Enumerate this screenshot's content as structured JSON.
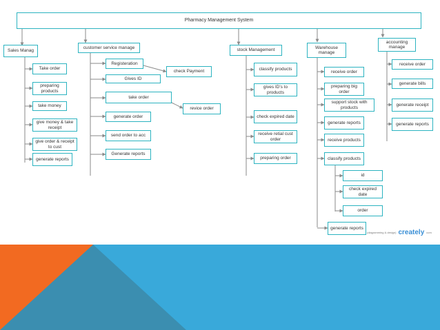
{
  "title": "Pharmacy Management System",
  "branches": {
    "sales": {
      "label": "Sales Manag",
      "items": [
        "Take order",
        "preparing products",
        "take money",
        "give money & take receipt",
        "give order & receipt to cust",
        "generate reports"
      ]
    },
    "customer_service": {
      "label": "customer service manage",
      "items": [
        "Registeration",
        "Gives ID",
        "check Payment",
        "take order",
        "revice order",
        "generate order",
        "send order to acc",
        "Generate reports"
      ]
    },
    "stock": {
      "label": "stock Management",
      "items": [
        "classify products",
        "gives ID's to products",
        "check expired date",
        "receive retial cust order",
        "preparing order"
      ]
    },
    "warehouse": {
      "label": "Warehouse manage",
      "items": [
        "receive order",
        "preparing big order",
        "support stock with products",
        "generate reports",
        "receive products",
        "classify products",
        "generate reports"
      ],
      "sub_items": [
        "id",
        "check expired date",
        "order"
      ]
    },
    "accounting": {
      "label": "accounting manage",
      "items": [
        "receive order",
        "generate bills",
        "generate receipt",
        "generate reports"
      ]
    }
  },
  "watermark": {
    "sub": "(diagramming & design)",
    "logo": "creately",
    "tld": "com"
  },
  "colors": {
    "box_border": "#2bb3c0",
    "connector": "#8a8a8a",
    "footer_blue": "#39a9da",
    "footer_dark_blue": "#3b8eb0",
    "footer_orange": "#f26a21"
  }
}
